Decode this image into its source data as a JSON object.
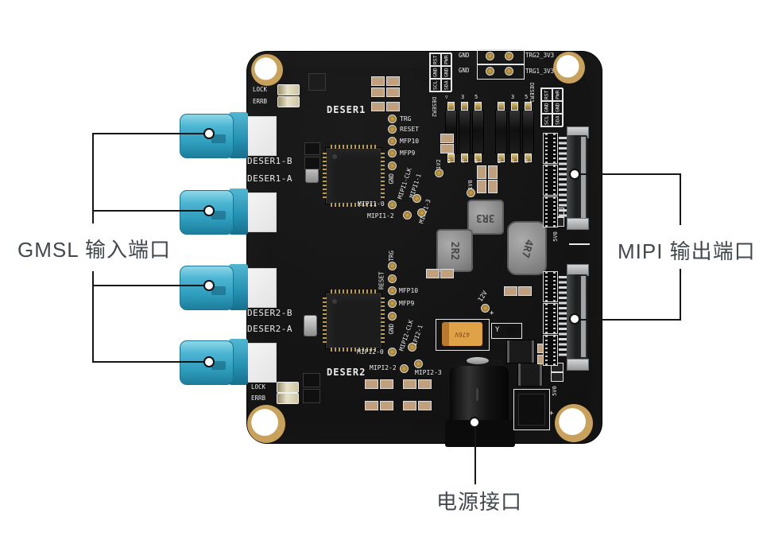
{
  "annotations": {
    "gmsl_input_ports": "GMSL 输入端口",
    "mipi_output_ports": "MIPI 输出端口",
    "power_connector": "电源接口"
  },
  "silkscreen": {
    "deser1": "DESER1",
    "deser2": "DESER2",
    "gmsl_ports": [
      "DESER1-B",
      "DESER1-A",
      "DESER2-B",
      "DESER2-A"
    ],
    "lock": "LOCK",
    "errb": "ERRB",
    "tp": [
      "TRG",
      "RESET",
      "MFP10",
      "MFP9",
      "GND"
    ],
    "mipi1": [
      "MIPI1-0",
      "MIPI1-1",
      "MIPI1-2",
      "MIPI1-3",
      "MIPI1-CLK"
    ],
    "mipi2": [
      "MIPI2-0",
      "MIPI2-1",
      "MIPI2-2",
      "MIPI2-3",
      "MIPI2-CLK"
    ],
    "gnd": "GND",
    "trg2_3v3": "TRG2_3V3",
    "trg1_3v3": "TRG1_3V3",
    "pin_table_col1": [
      "RST",
      "GND",
      "SCL"
    ],
    "pin_table_col2": [
      "PWR",
      "GND",
      "SDA"
    ],
    "rail_12v": "12V",
    "rail_1v2": "1V2",
    "rail_1v8": "1V8",
    "rail_5v0": "5V0",
    "jumper_pins_top": [
      "3",
      "5"
    ],
    "jumper_pins_bottom": [
      "2",
      "4",
      "6"
    ],
    "pin1_mark": "▽",
    "inductor_3r3": "3R3",
    "inductor_2r2": "2R2",
    "inductor_4r7": "4R7",
    "cap_47uf": "476V",
    "crystal_y": "Y",
    "plus": "+"
  },
  "colors": {
    "board": "#141414",
    "fakra_teal": "#3fadcc",
    "gold": "#ae8a49",
    "silkscreen": "#ededed",
    "annotation_text": "#42484d",
    "cap_orange": "#dd9b41"
  }
}
